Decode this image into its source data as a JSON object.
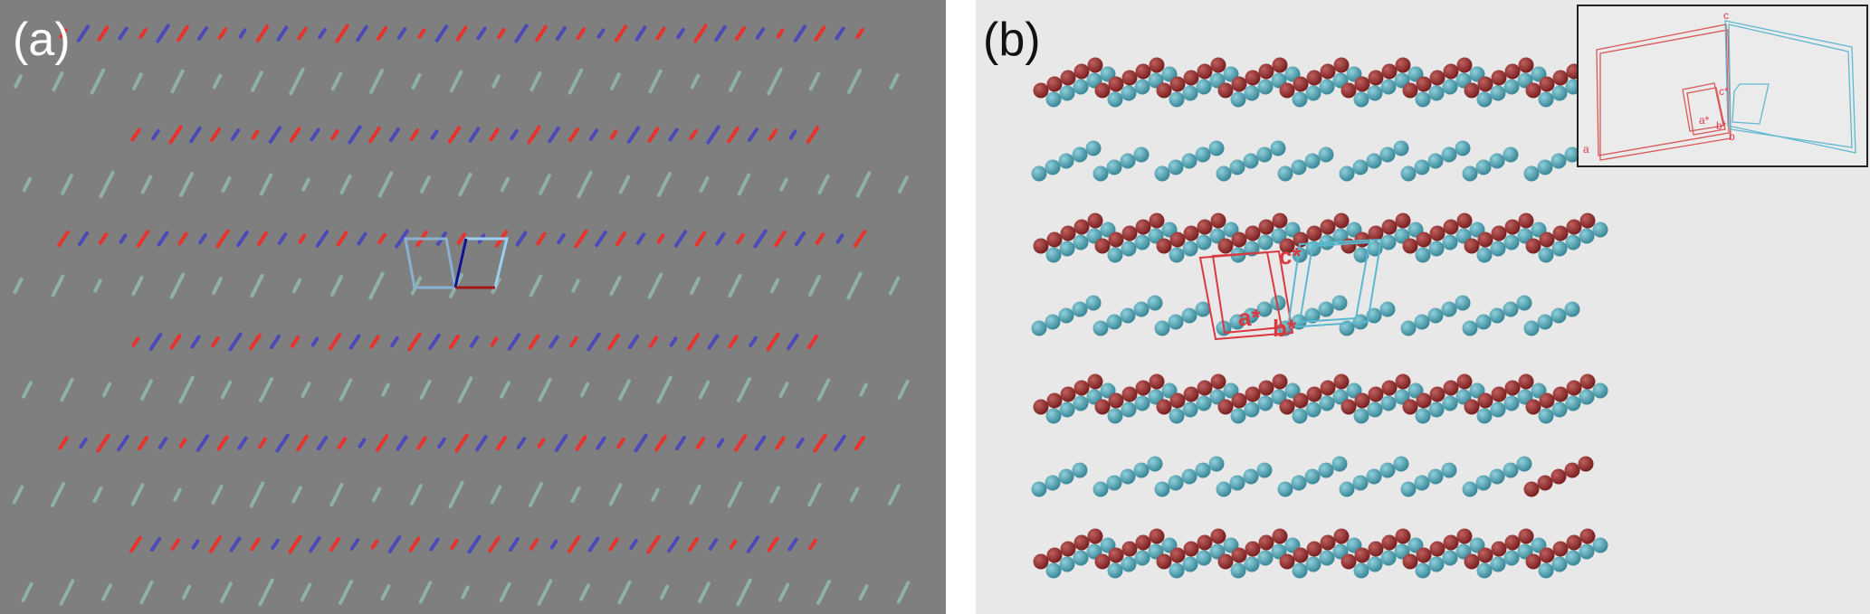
{
  "panels": [
    {
      "label": "(a)"
    },
    {
      "label": "(b)",
      "cell_labels": [
        "a*",
        "b*",
        "c*"
      ],
      "inset": {
        "labels": {
          "a": "a",
          "b": "b",
          "c": "c",
          "astar": "a*",
          "bstar": "b*",
          "cstar": "c*"
        }
      }
    }
  ],
  "colors": {
    "red_atom": "#e8322c",
    "blue_atom": "#4a4ab8",
    "teal_atom": "#8fb0a8",
    "maroon_sphere": "#7a2020",
    "teal_sphere": "#3a8898",
    "red_cell": "#d83a40",
    "cyan_cell": "#5ab8d0"
  }
}
